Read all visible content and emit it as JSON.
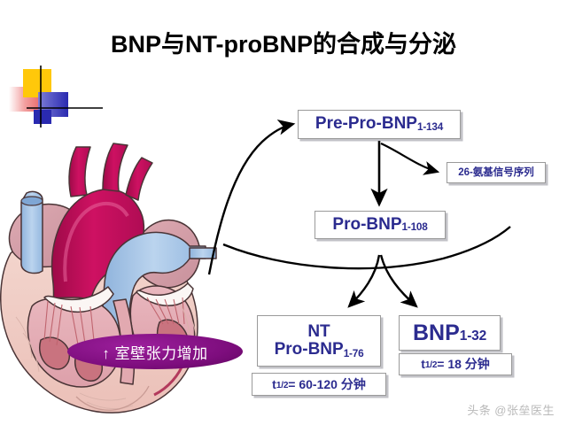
{
  "slide": {
    "title": "BNP与NT-proBNP的合成与分泌",
    "background_color": "#ffffff"
  },
  "decoration": {
    "name": "corner-motif",
    "colors": {
      "yellow": "#FFC80A",
      "blue": "#2A2AB0",
      "pink": "#F07C7C",
      "line": "#000000"
    }
  },
  "illustration": {
    "name": "heart-cross-section",
    "colors": {
      "aorta": "#C8105C",
      "pulmonary_artery": "#A9C6E8",
      "atrium": "#D9A7AE",
      "myocardium": "#F0CFC8",
      "chamber": "#E8B5BC",
      "outline": "#3A2A2A"
    }
  },
  "flow": {
    "pre_pro_bnp": {
      "label": "Pre-Pro-BNP",
      "subscript": "1-134"
    },
    "signal_sequence": {
      "label": "26-氨基信号序列"
    },
    "pro_bnp": {
      "label": "Pro-BNP",
      "subscript": "1-108"
    },
    "nt_pro_bnp": {
      "line1": "NT",
      "line2": "Pro-BNP",
      "subscript": "1-76"
    },
    "bnp": {
      "label": "BNP",
      "subscript": "1-32"
    },
    "nt_pro_bnp_halflife": {
      "prefix": "t",
      "sub": "1/2",
      "value": " = 60-120 分钟"
    },
    "bnp_halflife": {
      "prefix": "t",
      "sub": "1/2",
      "value": " = 18 分钟"
    },
    "text_color": "#2b2b8f",
    "border_color": "#9a9a9a"
  },
  "callout": {
    "wall_tension": "↑ 室壁张力增加",
    "fill_color": "#7d0d7d",
    "text_color": "#ffffff"
  },
  "watermark": {
    "text": "头条 @张垒医生",
    "color": "#b9b9b9"
  }
}
